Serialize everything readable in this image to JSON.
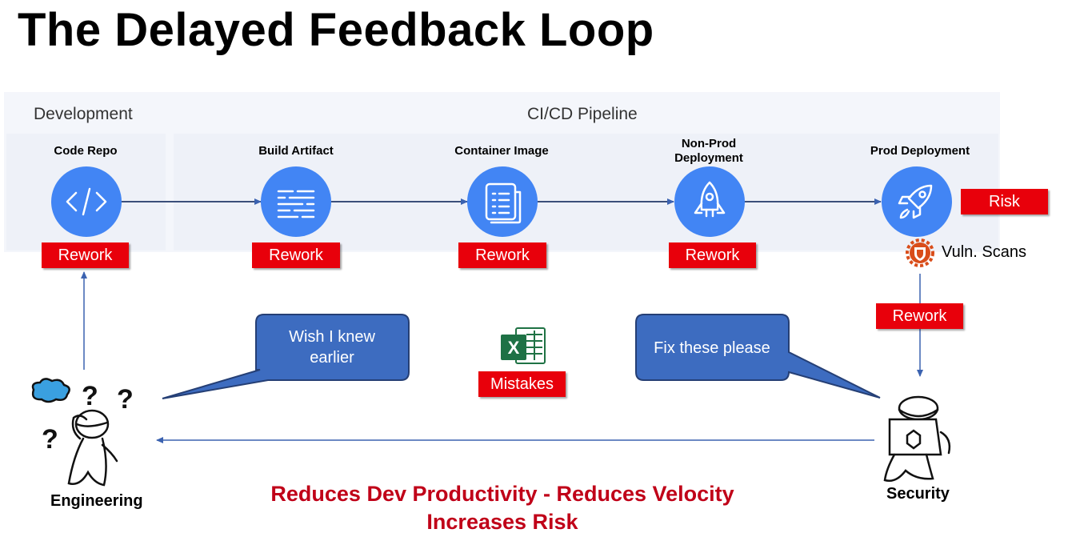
{
  "title": "The Delayed Feedback Loop",
  "sections": {
    "development": "Development",
    "pipeline": "CI/CD Pipeline"
  },
  "stages": [
    {
      "label": "Code Repo",
      "icon": "code-icon"
    },
    {
      "label": "Build Artifact",
      "icon": "build-icon"
    },
    {
      "label": "Container Image",
      "icon": "document-icon"
    },
    {
      "label": "Non-Prod Deployment",
      "icon": "rocket-icon"
    },
    {
      "label": "Prod Deployment",
      "icon": "rocket-launch-icon"
    }
  ],
  "rework_label": "Rework",
  "risk_label": "Risk",
  "vuln_scans_label": "Vuln. Scans",
  "mistakes_label": "Mistakes",
  "callouts": {
    "engineer": "Wish I knew earlier",
    "security": "Fix these please"
  },
  "people": {
    "engineering": "Engineering",
    "security": "Security"
  },
  "impact": {
    "line1": "Reduces Dev Productivity -  Reduces Velocity",
    "line2": "Increases Risk"
  },
  "colors": {
    "accent_blue": "#4285f4",
    "alert_red": "#e8000b",
    "callout_blue": "#3d6cc0",
    "impact_red": "#c00018",
    "panel": "#eef1f8"
  }
}
